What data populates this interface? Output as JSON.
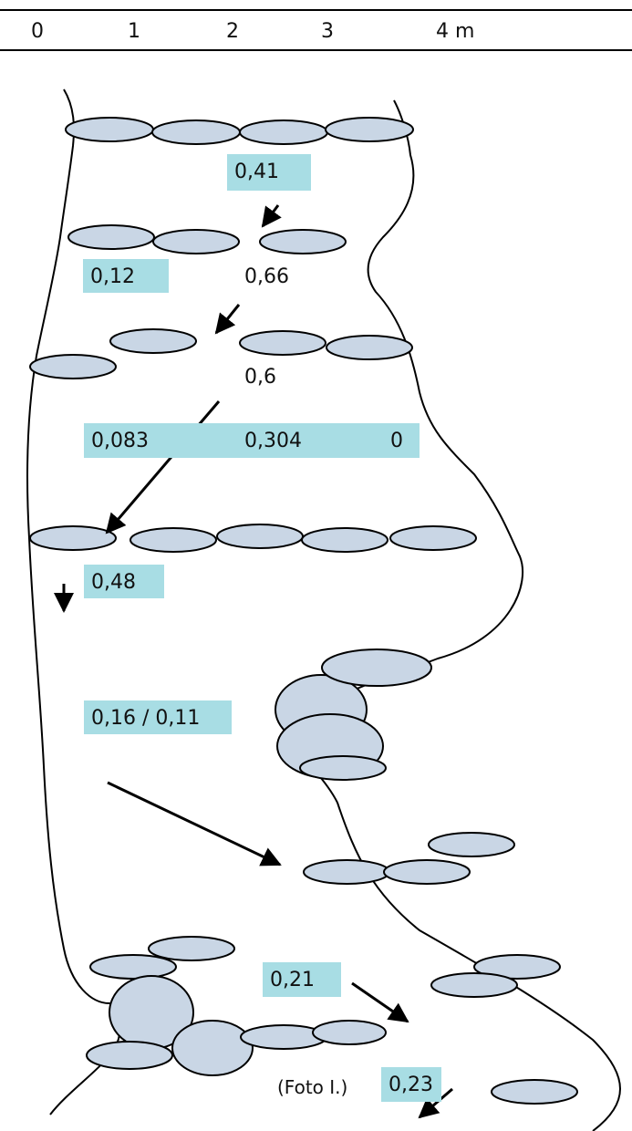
{
  "scale": {
    "ticks": [
      "0",
      "1",
      "2",
      "3",
      "4 m"
    ]
  },
  "labels": {
    "v041": "0,41",
    "v012": "0,12",
    "v066": "0,66",
    "v06": "0,6",
    "v0083": "0,083",
    "v0304": "0,304",
    "v0": "0",
    "v048": "0,48",
    "v016": "0,16 / 0,11",
    "v021": "0,21",
    "foto": "(Foto I.)",
    "v023": "0,23"
  },
  "colors": {
    "highlight": "#a8dde4",
    "stone_fill": "#c9d6e5",
    "line": "#000000"
  }
}
